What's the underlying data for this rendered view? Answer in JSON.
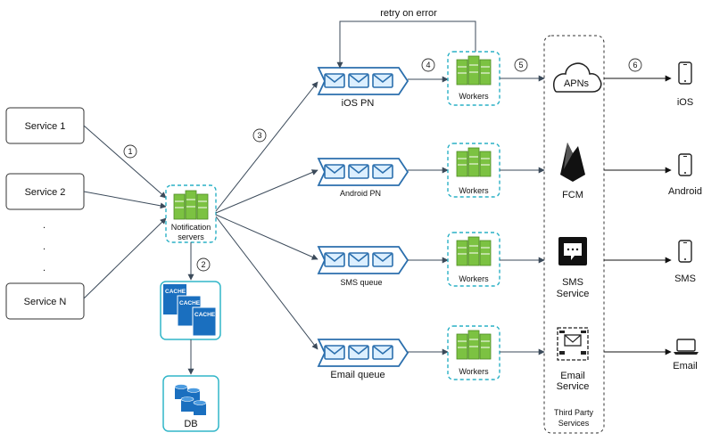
{
  "services": {
    "items": [
      "Service 1",
      "Service 2",
      "Service N"
    ],
    "dots": "."
  },
  "notification_servers": {
    "label_line1": "Notification",
    "label_line2": "servers"
  },
  "cache": {
    "tag": "CACHE"
  },
  "db": {
    "label": "DB"
  },
  "queues": [
    {
      "label": "iOS PN"
    },
    {
      "label": "Android PN"
    },
    {
      "label": "SMS queue"
    },
    {
      "label": "Email queue"
    }
  ],
  "workers": {
    "label": "Workers"
  },
  "retry": {
    "label": "retry on error"
  },
  "providers": {
    "apns": "APNs",
    "fcm": "FCM",
    "sms_line1": "SMS",
    "sms_line2": "Service",
    "email_line1": "Email",
    "email_line2": "Service",
    "group_line1": "Third Party",
    "group_line2": "Services"
  },
  "devices": [
    "iOS",
    "Android",
    "SMS",
    "Email"
  ],
  "steps": [
    "1",
    "2",
    "3",
    "4",
    "5",
    "6"
  ],
  "colors": {
    "line": "#3b4a5a",
    "queue_border": "#2b6fad",
    "queue_fill": "#dcefff",
    "server_green": "#7cc242",
    "server_dark": "#4d8a23",
    "dash": "#2ab0c5",
    "cache_blue": "#1a6fbf",
    "cache_border": "#31b6c8"
  }
}
